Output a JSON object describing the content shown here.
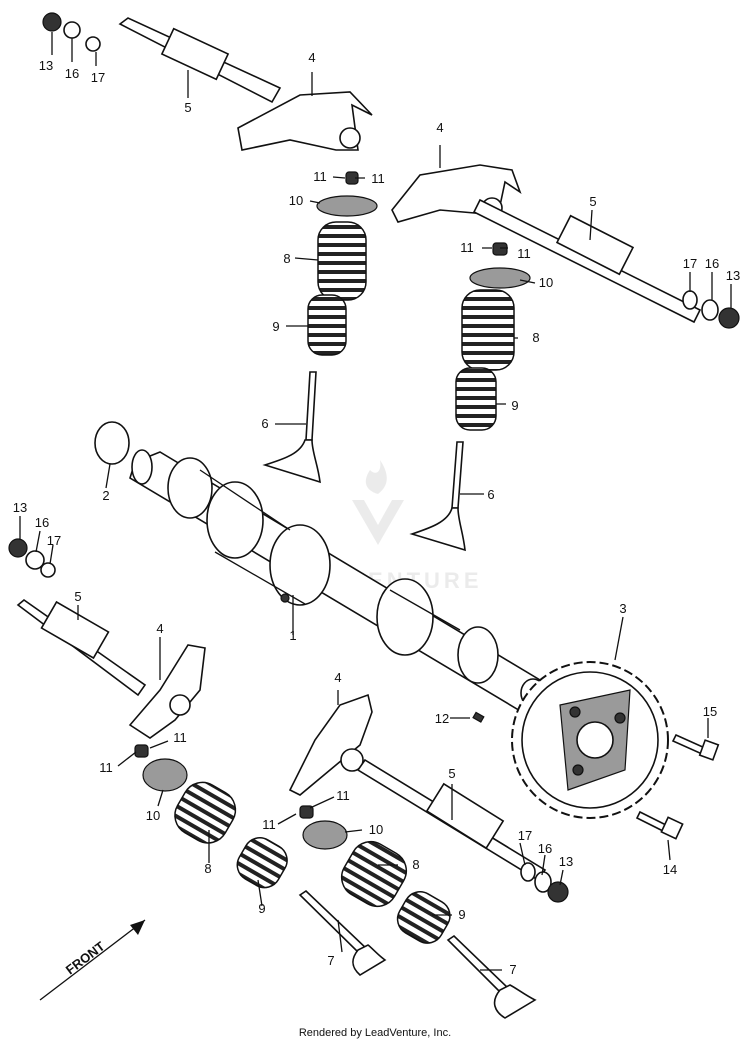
{
  "diagram": {
    "callouts": [
      {
        "id": "c13a",
        "text": "13"
      },
      {
        "id": "c16a",
        "text": "16"
      },
      {
        "id": "c17a",
        "text": "17"
      },
      {
        "id": "c5a",
        "text": "5"
      },
      {
        "id": "c4a",
        "text": "4"
      },
      {
        "id": "c11a",
        "text": "11"
      },
      {
        "id": "c11b",
        "text": "11"
      },
      {
        "id": "c10a",
        "text": "10"
      },
      {
        "id": "c8a",
        "text": "8"
      },
      {
        "id": "c9a",
        "text": "9"
      },
      {
        "id": "c6a",
        "text": "6"
      },
      {
        "id": "c4b",
        "text": "4"
      },
      {
        "id": "c5b",
        "text": "5"
      },
      {
        "id": "c11c",
        "text": "11"
      },
      {
        "id": "c11d",
        "text": "11"
      },
      {
        "id": "c17b",
        "text": "17"
      },
      {
        "id": "c16b",
        "text": "16"
      },
      {
        "id": "c13b",
        "text": "13"
      },
      {
        "id": "c10b",
        "text": "10"
      },
      {
        "id": "c8b",
        "text": "8"
      },
      {
        "id": "c9b",
        "text": "9"
      },
      {
        "id": "c6b",
        "text": "6"
      },
      {
        "id": "c2",
        "text": "2"
      },
      {
        "id": "c13c",
        "text": "13"
      },
      {
        "id": "c16c",
        "text": "16"
      },
      {
        "id": "c17c",
        "text": "17"
      },
      {
        "id": "c5c",
        "text": "5"
      },
      {
        "id": "c4c",
        "text": "4"
      },
      {
        "id": "c1",
        "text": "1"
      },
      {
        "id": "c3",
        "text": "3"
      },
      {
        "id": "c11e",
        "text": "11"
      },
      {
        "id": "c11f",
        "text": "11"
      },
      {
        "id": "c10c",
        "text": "10"
      },
      {
        "id": "c8c",
        "text": "8"
      },
      {
        "id": "c9c",
        "text": "9"
      },
      {
        "id": "c7a",
        "text": "7"
      },
      {
        "id": "c4d",
        "text": "4"
      },
      {
        "id": "c12",
        "text": "12"
      },
      {
        "id": "c15",
        "text": "15"
      },
      {
        "id": "c5d",
        "text": "5"
      },
      {
        "id": "c11g",
        "text": "11"
      },
      {
        "id": "c11h",
        "text": "11"
      },
      {
        "id": "c10d",
        "text": "10"
      },
      {
        "id": "c8d",
        "text": "8"
      },
      {
        "id": "c9d",
        "text": "9"
      },
      {
        "id": "c17d",
        "text": "17"
      },
      {
        "id": "c16d",
        "text": "16"
      },
      {
        "id": "c13d",
        "text": "13"
      },
      {
        "id": "c14",
        "text": "14"
      },
      {
        "id": "c7b",
        "text": "7"
      }
    ],
    "front_label": "FRONT",
    "watermark": "LEADVENTURE",
    "footer": "Rendered by LeadVenture, Inc."
  }
}
